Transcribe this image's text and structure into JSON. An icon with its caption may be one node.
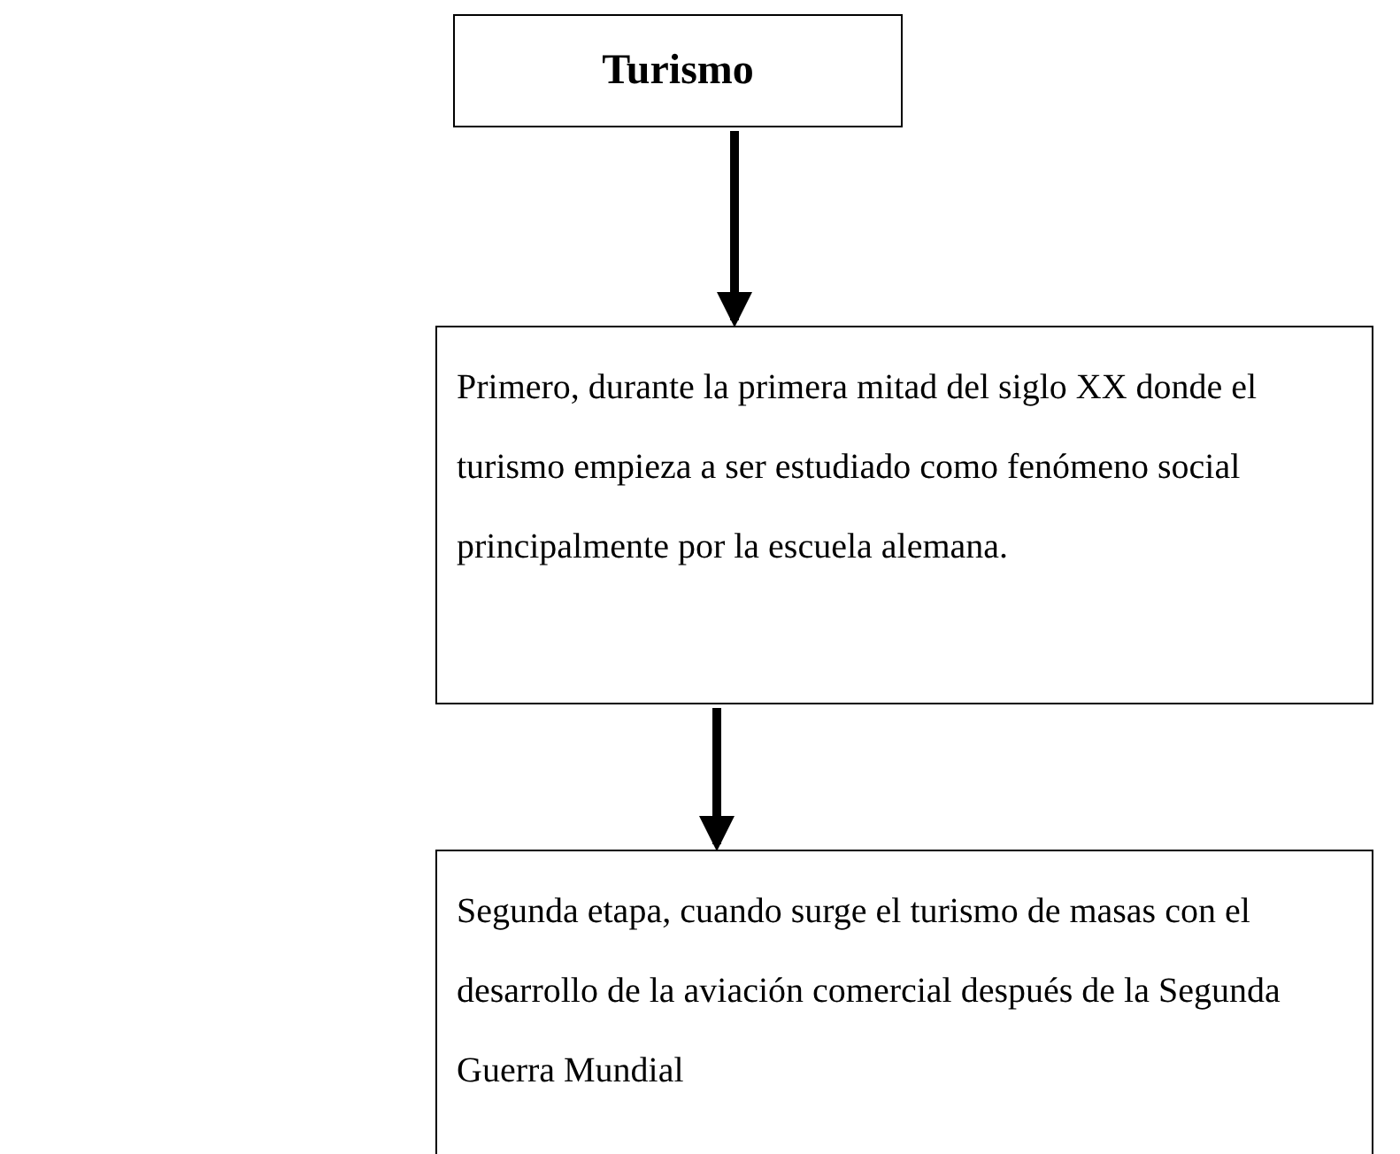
{
  "diagram": {
    "nodes": [
      {
        "text": [
          "Turismo"
        ]
      },
      {
        "text": [
          "Primero, durante la primera mitad del siglo XX donde el turismo empieza a ser estudiado como fenómeno social principalmente por la escuela alemana."
        ]
      },
      {
        "text": [
          "Segunda etapa, cuando surge el turismo de masas con el desarrollo de la aviación comercial después de la Segunda Guerra Mundial"
        ]
      }
    ],
    "edges": [
      {
        "from": 0,
        "to": 1,
        "arrow": "to"
      },
      {
        "from": 1,
        "to": 2,
        "arrow": "to"
      }
    ]
  }
}
